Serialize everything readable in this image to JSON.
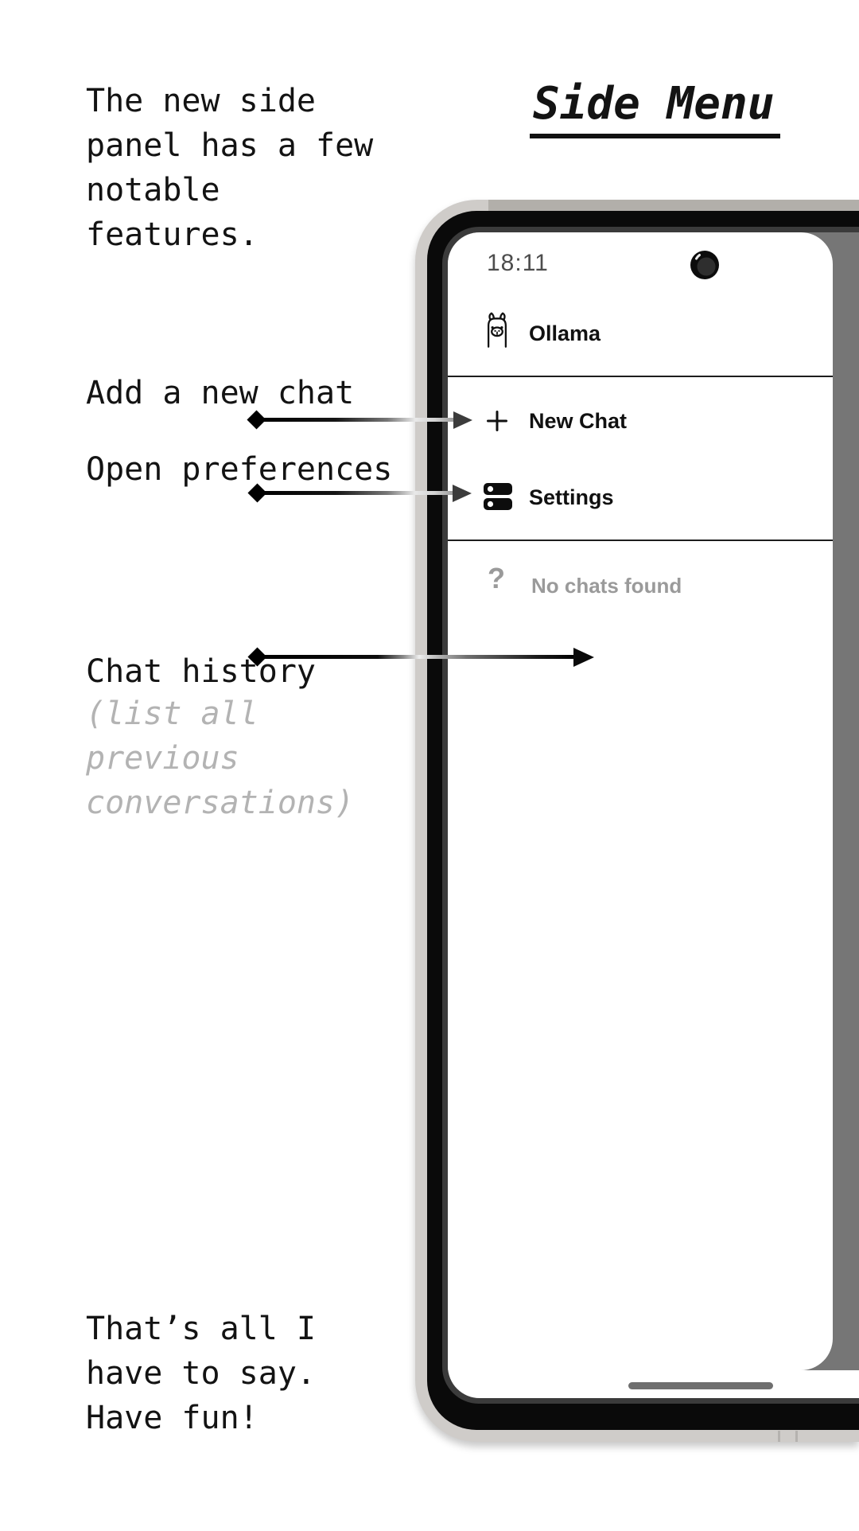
{
  "doc": {
    "intro": "The new side\npanel has a few\nnotable\nfeatures.",
    "title": "Side Menu",
    "outro": "That’s all I\nhave to say.\nHave fun!"
  },
  "annotations": {
    "add_chat": "Add a new chat",
    "preferences": "Open preferences",
    "history": "Chat history",
    "history_note": "(list all\nprevious\nconversations)"
  },
  "phone": {
    "status_time": "18:11",
    "drawer": {
      "app_name": "Ollama",
      "menu_items": [
        {
          "label": "New Chat",
          "icon": "plus-icon"
        },
        {
          "label": "Settings",
          "icon": "dataset-icon"
        }
      ],
      "empty_state": {
        "icon_glyph": "?",
        "label": "No chats found"
      }
    },
    "colors": {
      "scrim": "#767676",
      "frame_silver": "#cfccc9",
      "frame_black": "#0a0a0a",
      "divider": "#1d1d1d",
      "muted_text": "#9a9a9a"
    }
  }
}
